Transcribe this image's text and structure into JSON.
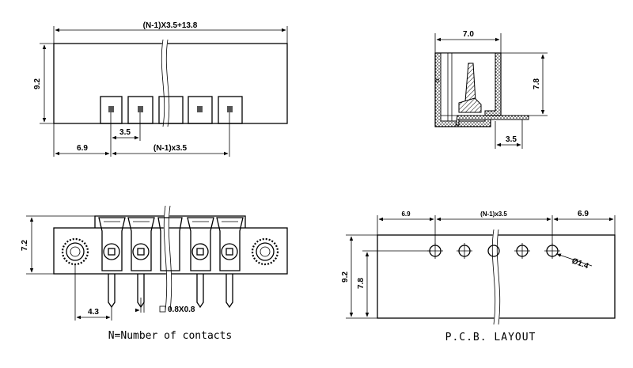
{
  "top_view": {
    "width_dim": "(N-1)X3.5+13.8",
    "height_dim": "9.2",
    "pitch_dim": "3.5",
    "edge_dim": "6.9",
    "span_dim": "(N-1)x3.5"
  },
  "side_view": {
    "width_dim": "7.0",
    "height_dim": "7.8",
    "offset_dim": "3.5"
  },
  "front_view": {
    "height_dim": "7.2",
    "pin_offset_dim": "4.3",
    "pin_size": "0.8X0.8",
    "caption": "N=Number of contacts"
  },
  "pcb_layout": {
    "left_dim": "6.9",
    "span_dim": "(N-1)x3.5",
    "right_dim": "6.9",
    "height_outer_dim": "9.2",
    "height_inner_dim": "7.8",
    "hole_dia": "Ø1.4",
    "caption": "P.C.B. LAYOUT"
  },
  "contacts_shown": 5
}
